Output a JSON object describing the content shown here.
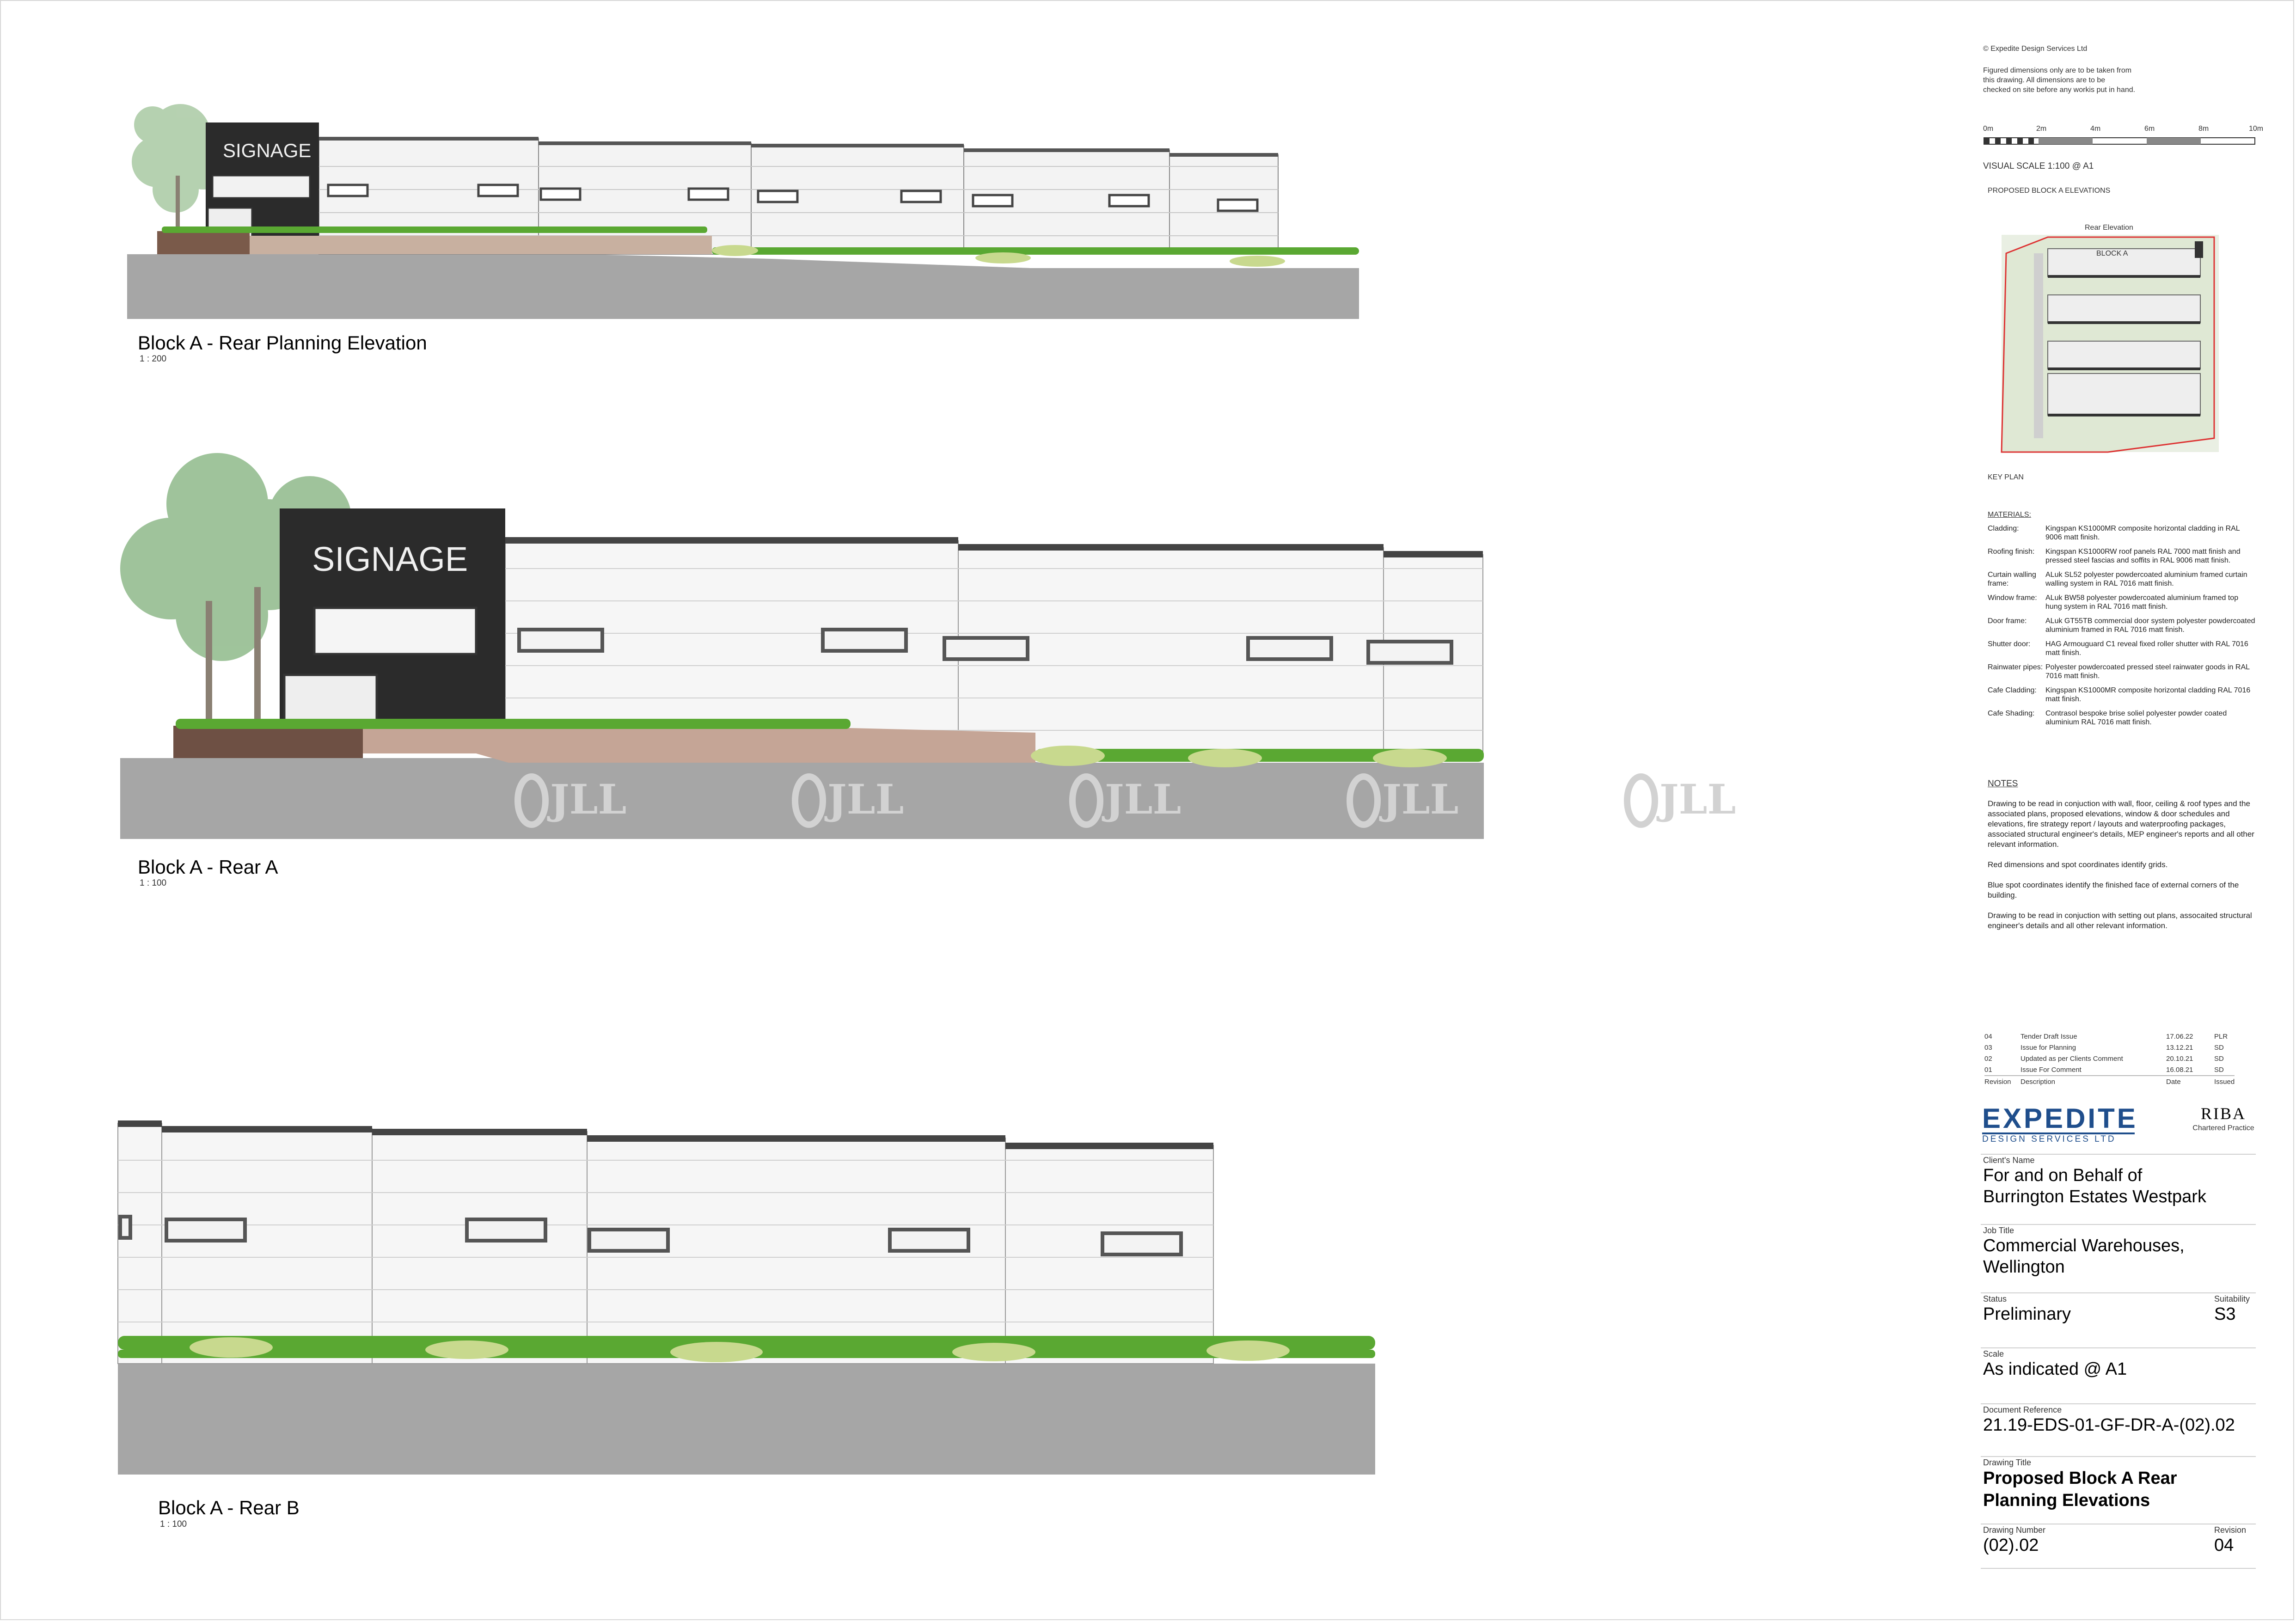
{
  "drawings": [
    {
      "title": "Block A - Rear Planning Elevation",
      "scale": "1 : 200",
      "signage": "SIGNAGE"
    },
    {
      "title": "Block A - Rear A",
      "scale": "1 : 100",
      "signage": "SIGNAGE"
    },
    {
      "title": "Block A - Rear B",
      "scale": "1 : 100"
    }
  ],
  "watermark": "JLL",
  "copyright": "© Expedite Design Services Ltd",
  "disclaimer": [
    "Figured dimensions only are to be taken from",
    "this drawing.  All dimensions are to be",
    "checked on site before any workis put in hand."
  ],
  "scale_bar": {
    "ticks": [
      "0m",
      "2m",
      "4m",
      "6m",
      "8m",
      "10m"
    ],
    "caption": "VISUAL SCALE 1:100  @ A1"
  },
  "key_plan": {
    "heading": "PROPOSED BLOCK A ELEVATIONS",
    "rear_label": "Rear Elevation",
    "block_label": "BLOCK A",
    "caption": "KEY PLAN"
  },
  "materials": {
    "heading": "MATERIALS:",
    "items": [
      {
        "key": "Cladding:",
        "value": "Kingspan KS1000MR composite horizontal cladding in RAL 9006 matt finish."
      },
      {
        "key": "Roofing finish:",
        "value": "Kingspan KS1000RW roof panels RAL 7000 matt finish and pressed steel fascias and soffits in RAL 9006 matt finish."
      },
      {
        "key": "Curtain walling frame:",
        "value": "ALuk SL52 polyester powdercoated aluminium framed curtain walling system in RAL 7016 matt finish."
      },
      {
        "key": "Window frame:",
        "value": "ALuk BW58 polyester powdercoated aluminium framed top hung system in RAL 7016 matt finish."
      },
      {
        "key": "Door frame:",
        "value": "ALuk GT55TB commercial door system polyester powdercoated aluminium framed in RAL 7016 matt finish."
      },
      {
        "key": "Shutter door:",
        "value": "HAG Armouguard C1 reveal fixed roller shutter with RAL 7016 matt finish."
      },
      {
        "key": "Rainwater pipes:",
        "value": "Polyester powdercoated pressed steel rainwater goods in RAL 7016 matt finish."
      },
      {
        "key": "Cafe Cladding:",
        "value": "Kingspan KS1000MR composite horizontal cladding RAL 7016 matt finish."
      },
      {
        "key": "Cafe Shading:",
        "value": "Contrasol bespoke brise soliel polyester powder coated aluminium RAL 7016 matt finish."
      }
    ]
  },
  "notes": {
    "heading": "NOTES",
    "items": [
      "Drawing to be read in conjuction with wall, floor, ceiling & roof types and the associated plans, proposed elevations, window & door schedules and elevations, fire strategy report / layouts and waterproofing packages, associated structural engineer's details, MEP engineer's reports and all other relevant information.",
      "Red dimensions and spot coordinates identify grids.",
      "Blue spot coordinates identify the finished face of external corners of the building.",
      "Drawing to be read in conjuction with setting out plans, assocaited structural engineer's details and all other relevant information."
    ]
  },
  "revisions": {
    "rows": [
      {
        "rev": "04",
        "desc": "Tender Draft Issue",
        "date": "17.06.22",
        "by": "PLR"
      },
      {
        "rev": "03",
        "desc": "Issue for Planning",
        "date": "13.12.21",
        "by": "SD"
      },
      {
        "rev": "02",
        "desc": "Updated as per Clients Comment",
        "date": "20.10.21",
        "by": "SD"
      },
      {
        "rev": "01",
        "desc": "Issue For Comment",
        "date": "16.08.21",
        "by": "SD"
      }
    ],
    "headers": {
      "rev": "Revision",
      "desc": "Description",
      "date": "Date",
      "by": "Issued"
    }
  },
  "brand": {
    "name": "EXPEDITE",
    "sub": "DESIGN SERVICES LTD",
    "riba": "RIBA",
    "riba_sub": "Chartered Practice",
    "color": "#1f4e8c"
  },
  "title_block": {
    "client_label": "Client's Name",
    "client": [
      "For and on Behalf of",
      "Burrington Estates Westpark"
    ],
    "job_label": "Job Title",
    "job": [
      "Commercial Warehouses,",
      "Wellington"
    ],
    "status_label": "Status",
    "status": "Preliminary",
    "suitability_label": "Suitability",
    "suitability": "S3",
    "scale_label": "Scale",
    "scale": "As indicated @  A1",
    "docref_label": "Document Reference",
    "docref": "21.19-EDS-01-GF-DR-A-(02).02",
    "drawing_title_label": "Drawing Title",
    "drawing_title": [
      "Proposed Block A Rear",
      "Planning Elevations"
    ],
    "drawing_number_label": "Drawing Number",
    "drawing_number": "(02).02",
    "revision_label": "Revision",
    "revision": "04"
  }
}
